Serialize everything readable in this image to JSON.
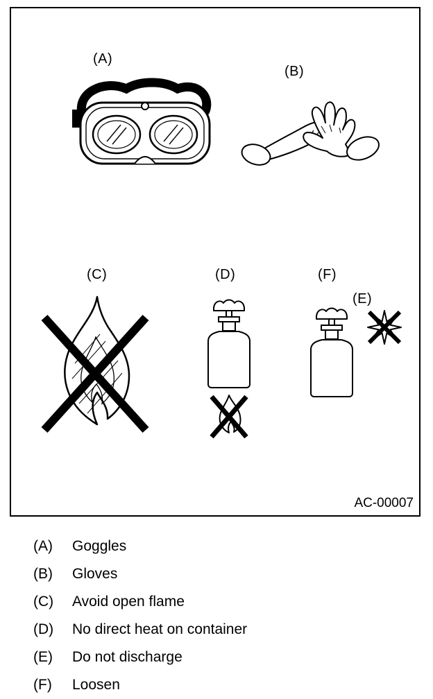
{
  "figure": {
    "code": "AC-00007",
    "labels": {
      "a": "(A)",
      "b": "(B)",
      "c": "(C)",
      "d": "(D)",
      "e": "(E)",
      "f": "(F)"
    }
  },
  "legend": {
    "items": [
      {
        "key": "(A)",
        "label": "Goggles"
      },
      {
        "key": "(B)",
        "label": "Gloves"
      },
      {
        "key": "(C)",
        "label": "Avoid open flame"
      },
      {
        "key": "(D)",
        "label": "No direct heat on container"
      },
      {
        "key": "(E)",
        "label": "Do not discharge"
      },
      {
        "key": "(F)",
        "label": "Loosen"
      }
    ]
  },
  "colors": {
    "ink": "#000000",
    "paper": "#ffffff"
  }
}
